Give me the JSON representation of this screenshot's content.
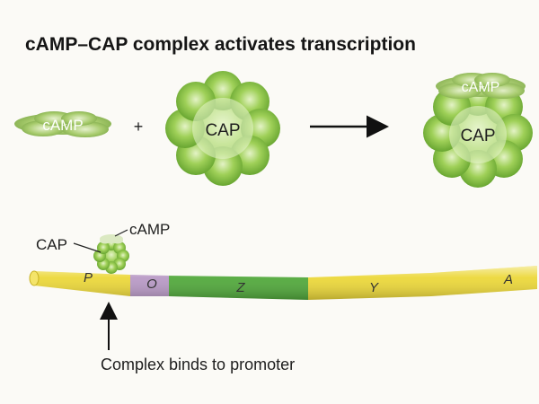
{
  "title": "cAMP–CAP complex activates transcription",
  "top_row": {
    "camp_label": "cAMP",
    "plus": "+",
    "cap_label": "CAP",
    "complex_camp_label": "cAMP",
    "complex_cap_label": "CAP"
  },
  "dna": {
    "cap_label": "CAP",
    "camp_label": "cAMP",
    "segments": [
      {
        "label": "P",
        "color": "#ecd83a"
      },
      {
        "label": "O",
        "color": "#b99ac6"
      },
      {
        "label": "Z",
        "color": "#52a93c"
      },
      {
        "label": "Y",
        "color": "#ecd83a"
      },
      {
        "label": "A",
        "color": "#ecd83a"
      }
    ],
    "binding_note": "Complex binds to promoter"
  },
  "colors": {
    "cap_green": "#7cbc3c",
    "cap_light": "#d6ecb0",
    "camp_green": "#9cc45e",
    "dna_yellow": "#ecd83a",
    "operator_purple": "#b99ac6",
    "gene_green": "#52a93c"
  }
}
